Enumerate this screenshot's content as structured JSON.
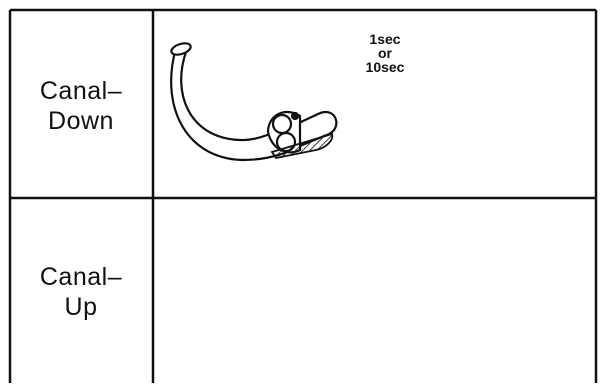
{
  "rows": [
    {
      "id": "canal-down",
      "label_line1": "Canal–",
      "label_line2": "Down"
    },
    {
      "id": "canal-up",
      "label_line1": "Canal–",
      "label_line2": "Up"
    }
  ],
  "timing": {
    "line1": "1sec",
    "line2": "or",
    "line3": "10sec"
  },
  "colors": {
    "ink": "#111111",
    "paper": "#ffffff"
  }
}
